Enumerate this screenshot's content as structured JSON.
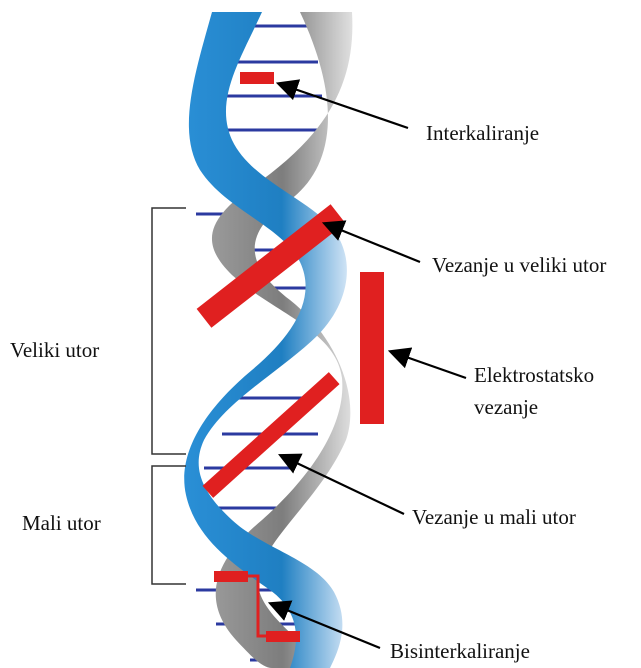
{
  "labels": {
    "intercalation": "Interkaliranje",
    "major_groove_binding": "Vezanje u veliki utor",
    "electrostatic_line1": "Elektrostatsko",
    "electrostatic_line2": "vezanje",
    "minor_groove_binding": "Vezanje u mali utor",
    "bisintercalation": "Bisinterkaliranje",
    "major_groove": "Veliki utor",
    "minor_groove": "Mali utor"
  },
  "colors": {
    "strand_blue": "#1f7fc2",
    "strand_gray": "#8a8a8a",
    "base_pair": "#2b3aa0",
    "ligand_red": "#e02020",
    "arrow": "#000000"
  }
}
